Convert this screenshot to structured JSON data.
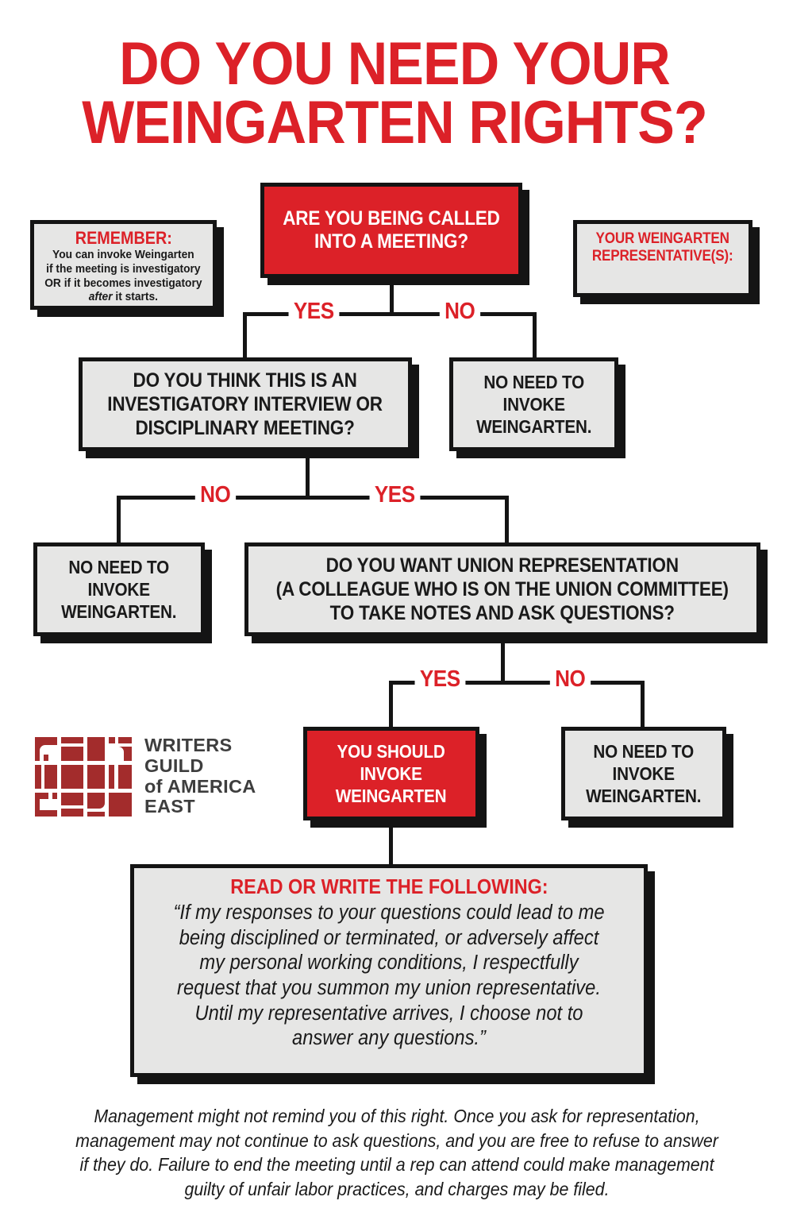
{
  "poster": {
    "title": "DO YOU NEED YOUR\nWEINGARTEN RIGHTS?",
    "title_color": "#DC2128",
    "box_fill": "#E6E6E5",
    "box_border": "#141414",
    "accent_red": "#DC2128"
  },
  "sidebars": {
    "remember": {
      "heading": "REMEMBER:",
      "body_line1": "You can invoke Weingarten",
      "body_line2": "if the meeting is investigatory",
      "body_line3": "OR if it becomes investigatory",
      "body_line4_pre": "",
      "body_line4_italic": "after",
      "body_line4_post": " it starts."
    },
    "representatives": {
      "heading": "YOUR WEINGARTEN\nREPRESENTATIVE(S):"
    }
  },
  "flow": {
    "q1": "ARE YOU BEING CALLED\nINTO A MEETING?",
    "q1_yes_label": "YES",
    "q1_no_label": "NO",
    "q2": "DO YOU THINK THIS IS AN\nINVESTIGATORY INTERVIEW OR\nDISCIPLINARY MEETING?",
    "q1_no_result": "NO NEED TO\nINVOKE\nWEINGARTEN.",
    "q2_no_label": "NO",
    "q2_yes_label": "YES",
    "q2_no_result": "NO NEED TO\nINVOKE\nWEINGARTEN.",
    "q3": "DO YOU WANT UNION REPRESENTATION\n(A COLLEAGUE WHO IS ON THE UNION COMMITTEE)\nTO TAKE NOTES AND ASK QUESTIONS?",
    "q3_yes_label": "YES",
    "q3_no_label": "NO",
    "q3_yes_result": "YOU SHOULD\nINVOKE\nWEINGARTEN",
    "q3_no_result": "NO NEED TO\nINVOKE\nWEINGARTEN."
  },
  "script_box": {
    "heading": "READ OR WRITE THE FOLLOWING:",
    "quote": "“If my responses to your questions could lead to me being disciplined or terminated, or adversely affect my personal working conditions, I respectfully request that you summon my union representative. Until my representative arrives, I choose not to answer any questions.”"
  },
  "logo": {
    "mark_name": "wga-east-grid-mark",
    "mark_color": "#A32C2C",
    "wordmark": "WRITERS\nGUILD\nof AMERICA\nEAST",
    "wordmark_color": "#3E3E3E"
  },
  "footer": {
    "note": "Management might not remind you of this right. Once you ask for representation, management may not continue to ask questions, and you are free to refuse to answer if they do. Failure to end the meeting until a rep can attend could make management guilty of unfair labor practices, and charges may be filed."
  }
}
